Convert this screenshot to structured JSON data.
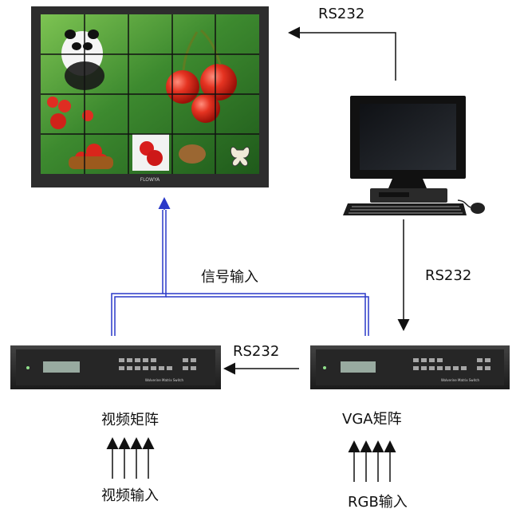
{
  "labels": {
    "rs232_top": "RS232",
    "rs232_right": "RS232",
    "rs232_middle": "RS232",
    "signal_input": "信号输入",
    "video_matrix": "视频矩阵",
    "vga_matrix": "VGA矩阵",
    "video_input": "视频输入",
    "rgb_input": "RGB输入"
  },
  "video_wall": {
    "rows": 4,
    "cols": 5,
    "brand": "FLOWYA",
    "frame_color": "#3a3a3a",
    "background_color": "#3d8a2f",
    "highlight_color": "#9ed86a"
  },
  "matrix_units": {
    "left_title": "Wolverine Matrix Switch",
    "right_title": "Wolverine Matrix Switch"
  },
  "connections": {
    "signal_line_color": "#2a39c8",
    "control_line_color": "#111111"
  }
}
